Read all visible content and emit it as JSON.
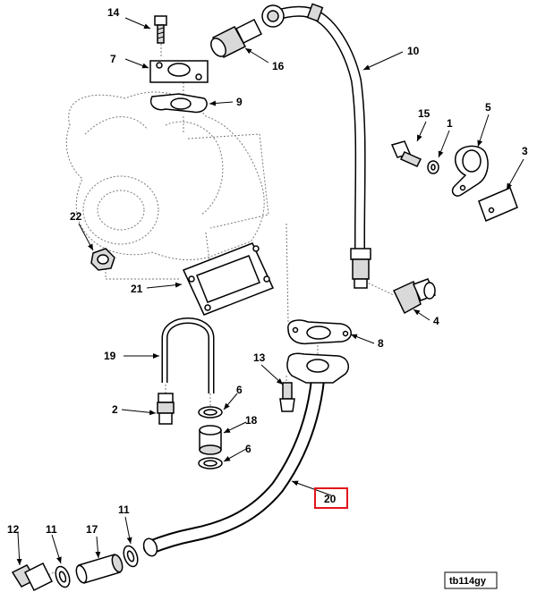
{
  "diagram": {
    "figure_id": "tb114gy",
    "highlighted_callout": "20",
    "callouts": [
      {
        "id": "c1",
        "label": "1"
      },
      {
        "id": "c2",
        "label": "2"
      },
      {
        "id": "c3",
        "label": "3"
      },
      {
        "id": "c4",
        "label": "4"
      },
      {
        "id": "c5",
        "label": "5"
      },
      {
        "id": "c6a",
        "label": "6"
      },
      {
        "id": "c6b",
        "label": "6"
      },
      {
        "id": "c7",
        "label": "7"
      },
      {
        "id": "c8",
        "label": "8"
      },
      {
        "id": "c9",
        "label": "9"
      },
      {
        "id": "c10",
        "label": "10"
      },
      {
        "id": "c11a",
        "label": "11"
      },
      {
        "id": "c11b",
        "label": "11"
      },
      {
        "id": "c12",
        "label": "12"
      },
      {
        "id": "c13",
        "label": "13"
      },
      {
        "id": "c14",
        "label": "14"
      },
      {
        "id": "c15",
        "label": "15"
      },
      {
        "id": "c16",
        "label": "16"
      },
      {
        "id": "c17",
        "label": "17"
      },
      {
        "id": "c18",
        "label": "18"
      },
      {
        "id": "c19",
        "label": "19"
      },
      {
        "id": "c20",
        "label": "20"
      },
      {
        "id": "c21",
        "label": "21"
      },
      {
        "id": "c22",
        "label": "22"
      }
    ]
  }
}
